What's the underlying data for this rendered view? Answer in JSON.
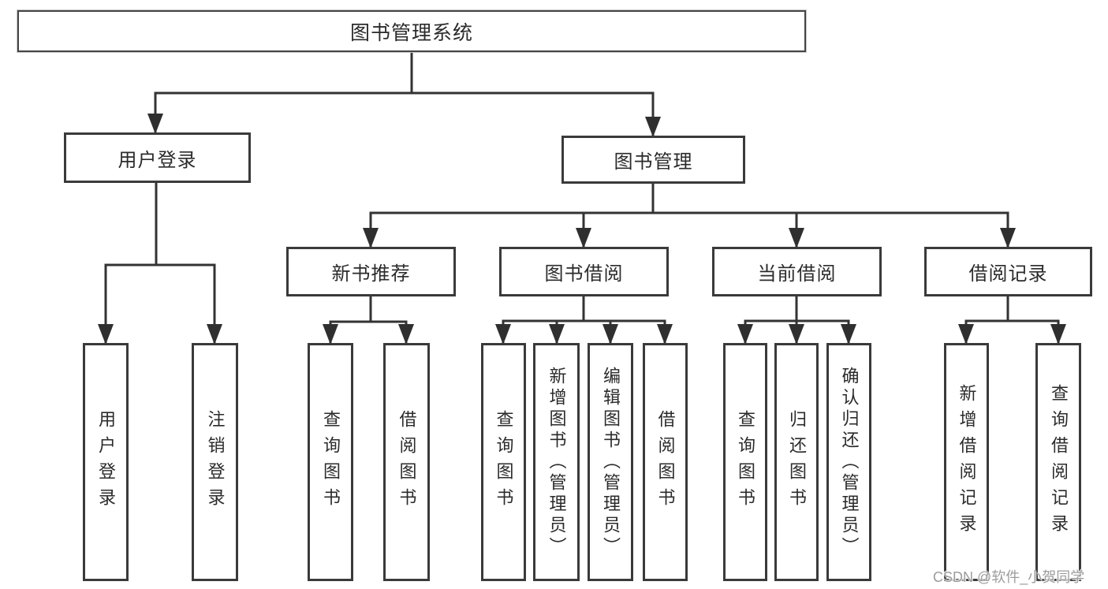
{
  "tree": {
    "label": "图书管理系统",
    "children": [
      {
        "label": "用户登录",
        "children": [
          {
            "label": "用户登录"
          },
          {
            "label": "注销登录"
          }
        ]
      },
      {
        "label": "图书管理",
        "children": [
          {
            "label": "新书推荐",
            "children": [
              {
                "label": "查询图书"
              },
              {
                "label": "借阅图书"
              }
            ]
          },
          {
            "label": "图书借阅",
            "children": [
              {
                "label": "查询图书"
              },
              {
                "label": "新增图书（管理员）"
              },
              {
                "label": "编辑图书（管理员）"
              },
              {
                "label": "借阅图书"
              }
            ]
          },
          {
            "label": "当前借阅",
            "children": [
              {
                "label": "查询图书"
              },
              {
                "label": "归还图书"
              },
              {
                "label": "确认归还（管理员）"
              }
            ]
          },
          {
            "label": "借阅记录",
            "children": [
              {
                "label": "新增借阅记录"
              },
              {
                "label": "查询借阅记录"
              }
            ]
          }
        ]
      }
    ]
  },
  "watermark": "CSDN @软件_小贺同学",
  "colors": {
    "background": "#ffffff",
    "line": "#333333",
    "box_border": "#3a3a3a",
    "text": "#2b2b2b",
    "watermark": "#9c9c9c"
  }
}
